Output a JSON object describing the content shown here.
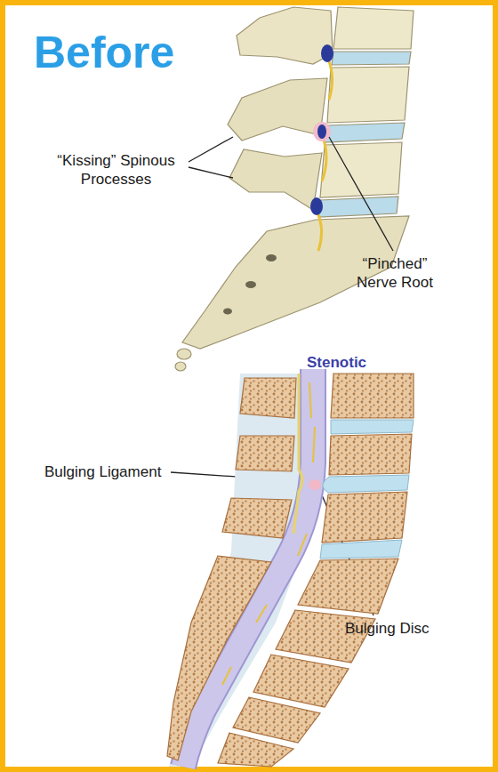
{
  "diagram": {
    "title": "Before",
    "labels": [
      "“Kissing” Spinous Processes",
      "“Pinched” Nerve Root",
      "Stenotic",
      "Bulging Ligament",
      "Bulging Disc"
    ]
  }
}
